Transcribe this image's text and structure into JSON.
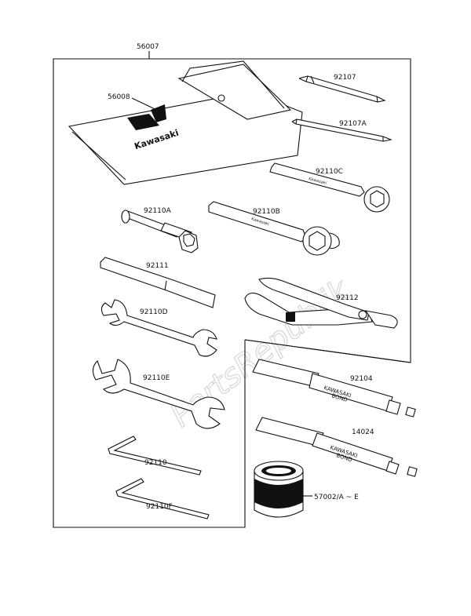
{
  "watermark": "PartsRepublik",
  "brand_logo_text": "Kawasaki",
  "tube_text": [
    "KAWASAKI",
    "BOND"
  ],
  "labels": {
    "kit": "56007",
    "pouch": "56008",
    "p92107": "92107",
    "p92107a": "92107A",
    "p92110c": "92110C",
    "p92110a": "92110A",
    "p92110b": "92110B",
    "p92111": "92111",
    "p92112": "92112",
    "p92110d": "92110D",
    "p92110e": "92110E",
    "p92104": "92104",
    "p14024": "14024",
    "p92110": "92110",
    "p92110f": "92110F",
    "p57002": "57002/A ~ E"
  }
}
